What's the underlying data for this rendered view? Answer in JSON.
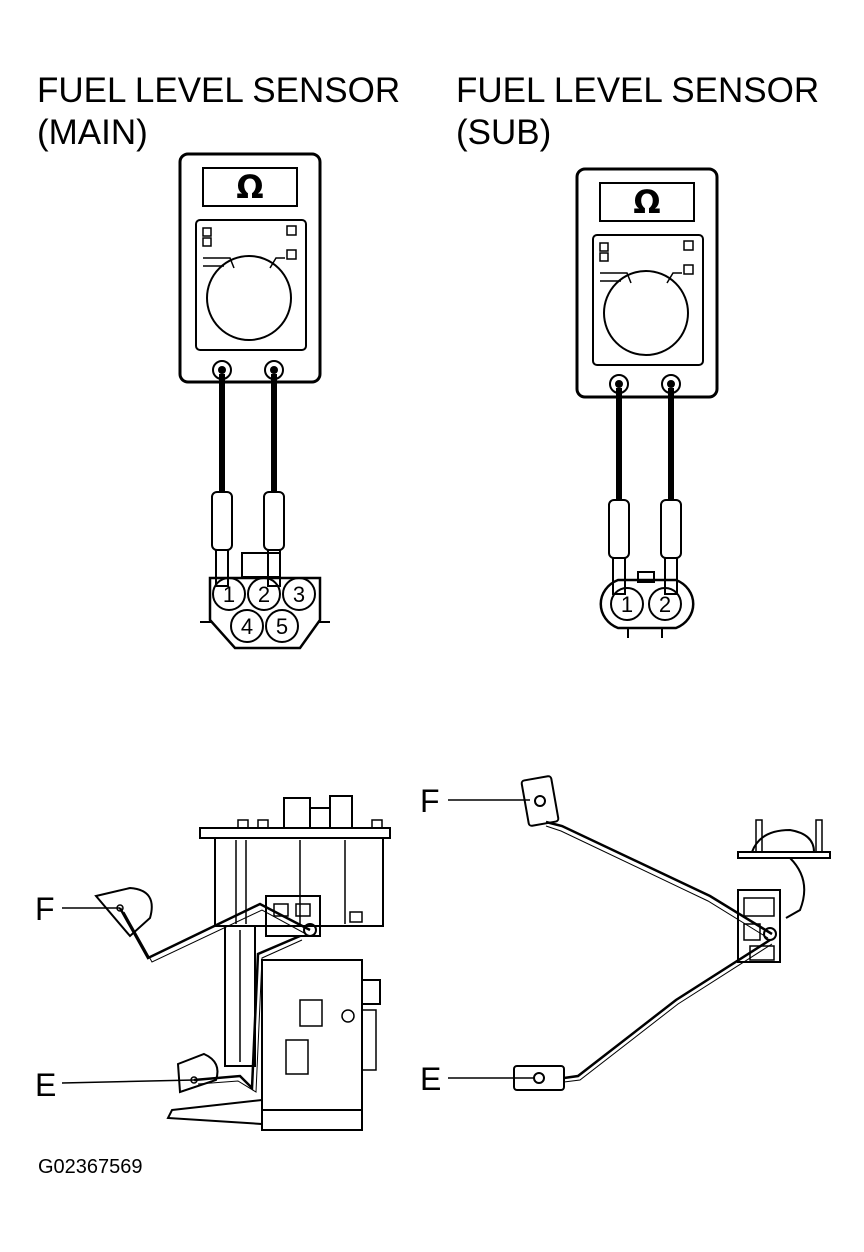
{
  "titles": {
    "main_line1": "FUEL LEVEL SENSOR",
    "main_line2": "(MAIN)",
    "sub_line1": "FUEL LEVEL SENSOR",
    "sub_line2": "(SUB)"
  },
  "meter": {
    "unit_symbol": "Ω"
  },
  "main_connector": {
    "pins": [
      "1",
      "2",
      "3",
      "4",
      "5"
    ]
  },
  "sub_connector": {
    "pins": [
      "1",
      "2"
    ]
  },
  "callouts": {
    "float_full": "F",
    "float_empty": "E"
  },
  "figure_id": "G02367569",
  "icons": [
    "ohmmeter-icon",
    "connector-icon",
    "fuel-pump-assembly-icon",
    "float-arm-icon"
  ]
}
